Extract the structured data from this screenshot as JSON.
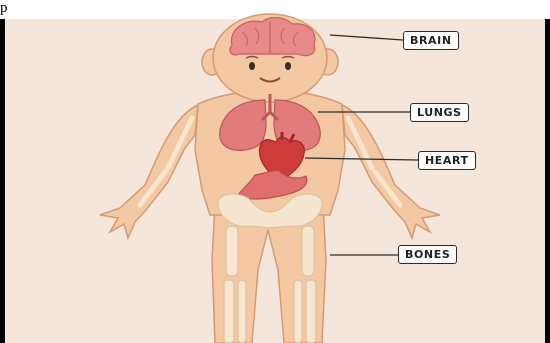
{
  "header": {
    "text": "p"
  },
  "labels": {
    "brain": "BRAIN",
    "lungs": "LUNGS",
    "heart": "HEART",
    "bones": "BONES"
  },
  "colors": {
    "background": "#f5e6dc",
    "skin": "#f3c8a2",
    "skin_outline": "#d49a72",
    "organ": "#e27c7c",
    "heart": "#cf3a3a",
    "bone": "#f6e6cf",
    "frame": "#000000"
  }
}
